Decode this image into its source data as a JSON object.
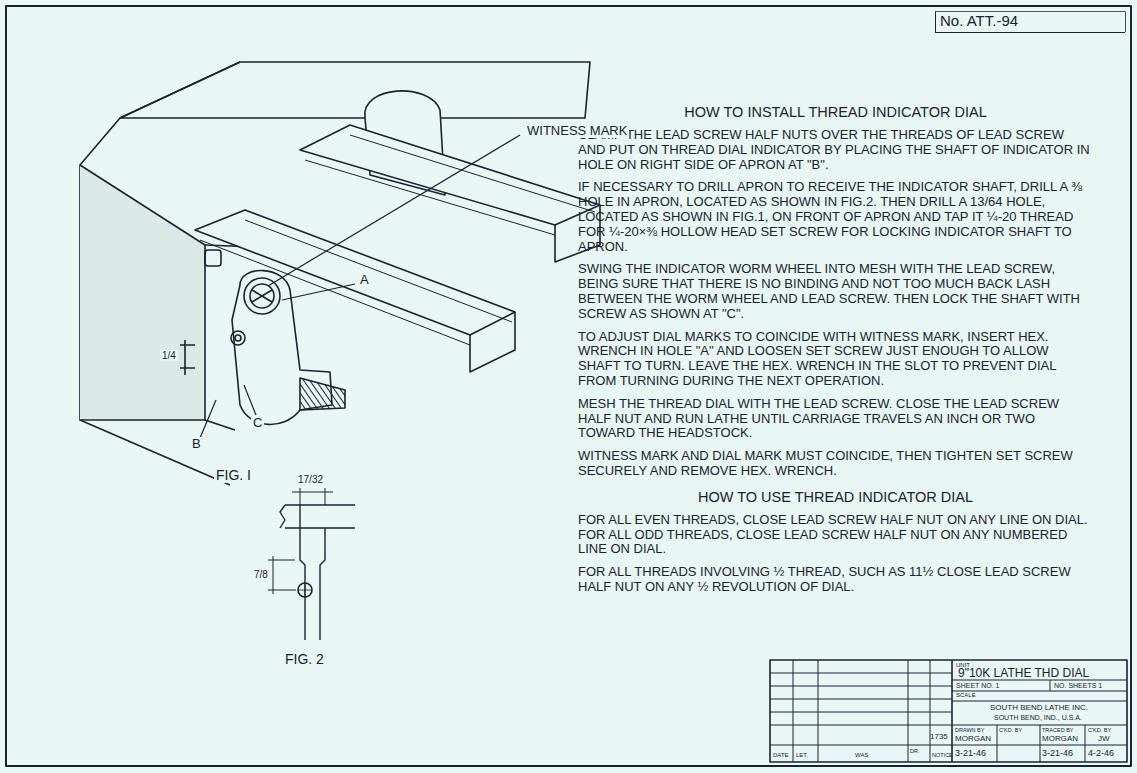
{
  "diagram": {
    "title": "HOW TO INSTALL THREAD INDICATOR DIAL",
    "nodes": [
      {
        "text": [
          "No. ATT.-94"
        ]
      }
    ],
    "labels": [
      "WITNESS MARK",
      "A",
      "B",
      "C",
      "FIG. I",
      "FIG. 2",
      "1/4",
      "17/32",
      "7/8",
      "CLAMP THE LEAD SCREW HALF NUTS OVER THE THREADS OF LEAD SCREW AND PUT ON THREAD DIAL INDICATOR BY PLACING THE SHAFT OF INDICATOR IN HOLE ON RIGHT SIDE OF APRON AT \"B\".",
      "IF NECESSARY TO DRILL APRON TO RECEIVE THE INDICATOR SHAFT, DRILL A ⅜ HOLE IN APRON, LOCATED AS SHOWN IN FIG.2. THEN DRILL A 13/64 HOLE, LOCATED AS SHOWN IN FIG.1, ON FRONT OF APRON AND TAP IT ¼-20 THREAD FOR ¼-20×⅜ HOLLOW HEAD SET SCREW FOR LOCKING INDICATOR SHAFT TO APRON.",
      "SWING THE INDICATOR WORM WHEEL INTO MESH WITH THE LEAD SCREW, BEING SURE THAT THERE IS NO BINDING AND NOT TOO MUCH BACK LASH BETWEEN THE WORM WHEEL AND LEAD SCREW. THEN LOCK THE SHAFT WITH SCREW AS SHOWN AT \"C\".",
      "TO ADJUST DIAL MARKS TO COINCIDE WITH WITNESS MARK, INSERT HEX. WRENCH IN HOLE \"A\" AND LOOSEN SET SCREW JUST ENOUGH TO ALLOW SHAFT TO TURN. LEAVE THE HEX. WRENCH IN THE SLOT TO PREVENT DIAL FROM TURNING DURING THE NEXT OPERATION.",
      "MESH THE THREAD DIAL WITH THE LEAD SCREW. CLOSE THE LEAD SCREW HALF NUT AND RUN LATHE UNTIL CARRIAGE TRAVELS AN INCH OR TWO TOWARD THE HEADSTOCK.",
      "WITNESS MARK AND DIAL MARK MUST COINCIDE, THEN TIGHTEN SET SCREW SECURELY AND REMOVE HEX. WRENCH.",
      "HOW TO USE THREAD INDICATOR DIAL",
      "FOR ALL EVEN THREADS, CLOSE LEAD SCREW HALF NUT ON ANY LINE ON DIAL. FOR ALL ODD THREADS, CLOSE LEAD SCREW HALF NUT ON ANY NUMBERED LINE ON DIAL.",
      "FOR ALL THREADS INVOLVING ½ THREAD, SUCH AS 11½ CLOSE LEAD SCREW HALF NUT ON ANY ½ REVOLUTION OF DIAL.",
      "UNIT",
      "9\"10K LATHE THD DIAL",
      "SHEET NO. 1",
      "NO. SHEETS 1",
      "SCALE",
      "SOUTH BEND LATHE INC.",
      "SOUTH BEND, IND., U.S.A.",
      "DRAWN BY",
      "C'KD. BY",
      "TRACED BY",
      "C'KD. BY",
      "MORGAN",
      "MORGAN",
      "JW",
      "3-21-46",
      "3-21-46",
      "4-2-46",
      "1735",
      "DATE",
      "LET.",
      "WAS",
      "DR.",
      "NOTICE"
    ]
  }
}
